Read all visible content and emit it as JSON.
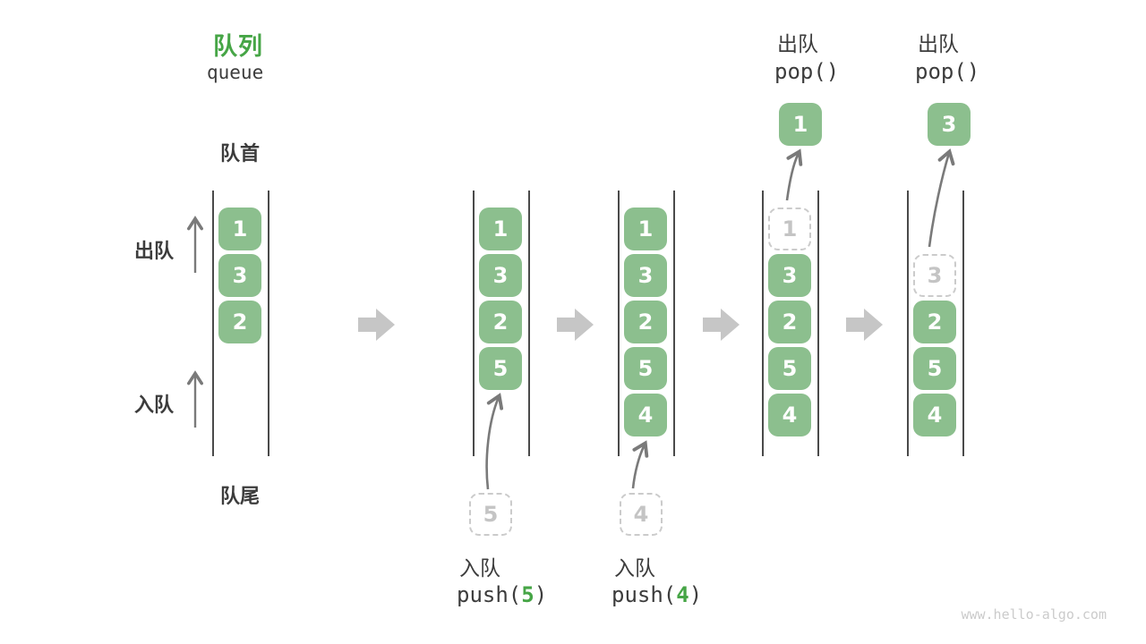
{
  "title": {
    "zh": "队列",
    "en": "queue"
  },
  "side_labels": {
    "front": "队首",
    "rear": "队尾",
    "dequeue": "出队",
    "enqueue": "入队"
  },
  "watermark": "www.hello-algo.com",
  "colors": {
    "box_green": "#8CBF8E",
    "accent_green": "#46A546",
    "text_dark": "#3C3C3C",
    "wall_gray": "#4A4A4A",
    "thin_arrow_gray": "#7A7A7A",
    "block_arrow_gray": "#C6C6C6",
    "dashed_gray": "#CBCBCB"
  },
  "queue_states": [
    {
      "items": [
        {
          "slot": 0,
          "value": "1",
          "state": "solid"
        },
        {
          "slot": 1,
          "value": "3",
          "state": "solid"
        },
        {
          "slot": 2,
          "value": "2",
          "state": "solid"
        }
      ]
    },
    {
      "operation": {
        "name": "入队",
        "code_prefix": "push(",
        "code_arg": "5",
        "code_suffix": ")"
      },
      "pending_item": {
        "value": "5"
      },
      "items": [
        {
          "slot": 0,
          "value": "1",
          "state": "solid"
        },
        {
          "slot": 1,
          "value": "3",
          "state": "solid"
        },
        {
          "slot": 2,
          "value": "2",
          "state": "solid"
        },
        {
          "slot": 3,
          "value": "5",
          "state": "solid"
        }
      ]
    },
    {
      "operation": {
        "name": "入队",
        "code_prefix": "push(",
        "code_arg": "4",
        "code_suffix": ")"
      },
      "pending_item": {
        "value": "4"
      },
      "items": [
        {
          "slot": 0,
          "value": "1",
          "state": "solid"
        },
        {
          "slot": 1,
          "value": "3",
          "state": "solid"
        },
        {
          "slot": 2,
          "value": "2",
          "state": "solid"
        },
        {
          "slot": 3,
          "value": "5",
          "state": "solid"
        },
        {
          "slot": 4,
          "value": "4",
          "state": "solid"
        }
      ]
    },
    {
      "operation": {
        "name": "出队",
        "code": "pop()"
      },
      "popped_item": {
        "value": "1"
      },
      "items": [
        {
          "slot": 0,
          "value": "1",
          "state": "dashed"
        },
        {
          "slot": 1,
          "value": "3",
          "state": "solid"
        },
        {
          "slot": 2,
          "value": "2",
          "state": "solid"
        },
        {
          "slot": 3,
          "value": "5",
          "state": "solid"
        },
        {
          "slot": 4,
          "value": "4",
          "state": "solid"
        }
      ]
    },
    {
      "operation": {
        "name": "出队",
        "code": "pop()"
      },
      "popped_item": {
        "value": "3"
      },
      "items": [
        {
          "slot": 1,
          "value": "3",
          "state": "dashed"
        },
        {
          "slot": 2,
          "value": "2",
          "state": "solid"
        },
        {
          "slot": 3,
          "value": "5",
          "state": "solid"
        },
        {
          "slot": 4,
          "value": "4",
          "state": "solid"
        }
      ]
    }
  ]
}
